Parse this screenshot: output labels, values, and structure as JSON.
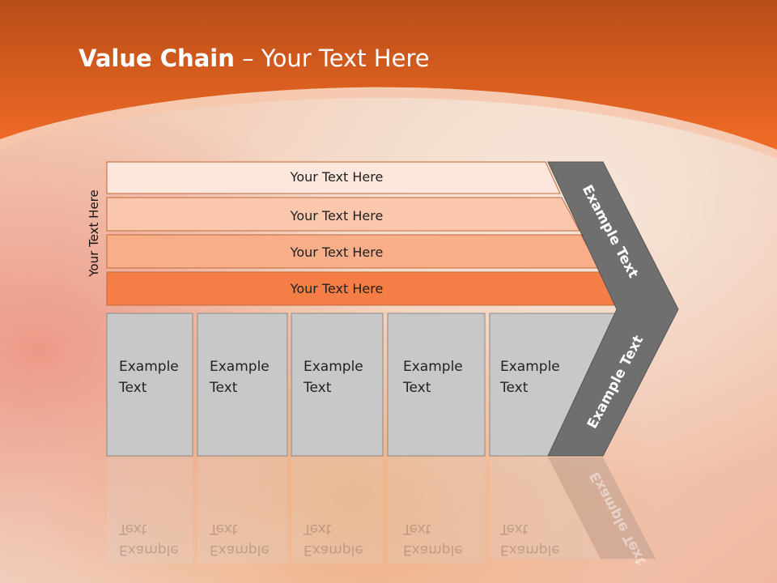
{
  "slide": {
    "title_bold": "Value Chain",
    "title_rest": " – Your Text Here",
    "vertical_label": "Your Text Here",
    "rows": [
      {
        "label": "Your Text Here",
        "fill": "#fde6dc"
      },
      {
        "label": "Your Text Here",
        "fill": "#fbc8ae"
      },
      {
        "label": "Your Text Here",
        "fill": "#f9ae8a"
      },
      {
        "label": "Your Text Here",
        "fill": "#f47e45"
      }
    ],
    "boxes": [
      {
        "line1": "Example",
        "line2": "Text"
      },
      {
        "line1": "Example",
        "line2": "Text"
      },
      {
        "line1": "Example",
        "line2": "Text"
      },
      {
        "line1": "Example",
        "line2": "Text"
      },
      {
        "line1": "Example",
        "line2": "Text"
      }
    ],
    "arrow_top_label": "Example Text",
    "arrow_bottom_label": "Example Text",
    "colors": {
      "header": "#ef6a24",
      "box": "#c8c8c8",
      "arrow": "#6f6f6f"
    }
  }
}
